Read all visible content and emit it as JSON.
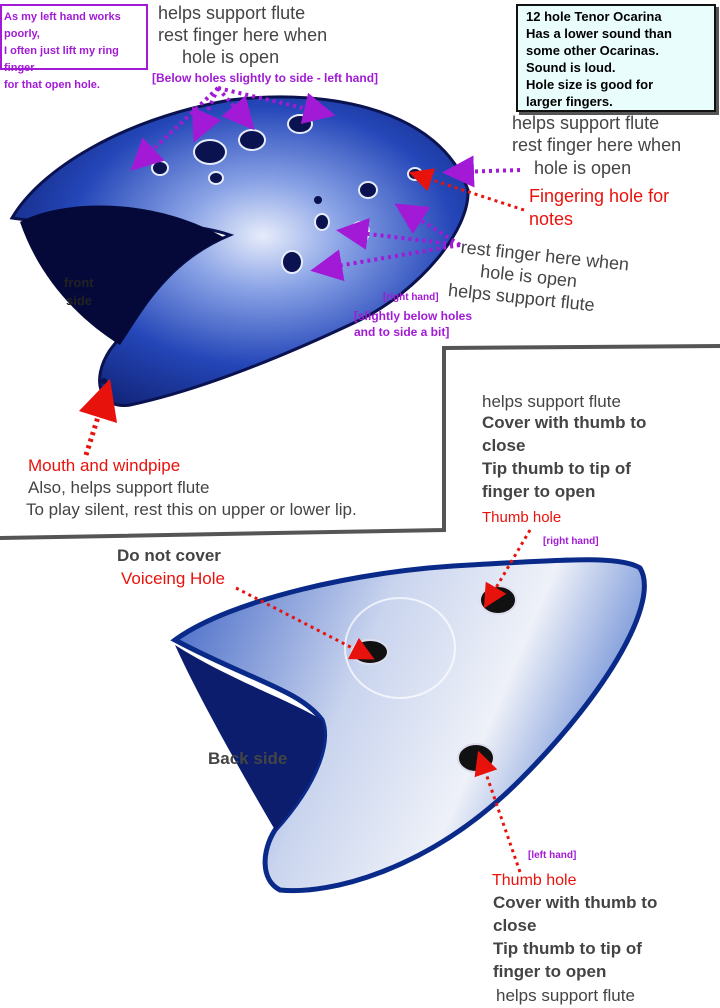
{
  "colors": {
    "arrow_purple": "#a21ad6",
    "arrow_red": "#e8120c",
    "body_blue": "#1c3aa6",
    "text_gray": "#444444"
  },
  "note_box": {
    "lines": [
      "As my left hand works poorly,",
      "I often just lift my ring finger",
      "for that open hole."
    ]
  },
  "info_box": {
    "lines": [
      "12 hole Tenor Ocarina",
      "Has a lower sound than",
      "some other Ocarinas.",
      "Sound is loud.",
      "Hole size is good for",
      "larger fingers."
    ]
  },
  "top_support": {
    "lines": [
      "helps support flute",
      "rest finger here when",
      "hole is open"
    ]
  },
  "left_hand_note": "[Below holes slightly to side - left hand]",
  "right_support": {
    "lines": [
      "helps support flute",
      "rest finger here when",
      "hole is open"
    ]
  },
  "fingering_hole": {
    "lines": [
      "Fingering hole for",
      "notes"
    ]
  },
  "rest_finger": {
    "lines": [
      "rest finger here when",
      "hole is open",
      "helps support flute"
    ]
  },
  "right_hand_tag": "[right hand]",
  "right_hand_note": {
    "lines": [
      "[slightly below holes",
      "and to side a bit]"
    ]
  },
  "front_label": {
    "lines": [
      "front",
      "side"
    ]
  },
  "mouth": {
    "title": "Mouth and windpipe",
    "lines": [
      "Also, helps support flute",
      "To play silent, rest this on upper or lower lip."
    ]
  },
  "thumb_upper": {
    "support": "helps support flute",
    "bold_lines": [
      "Cover with thumb to",
      "close",
      "Tip thumb to tip of",
      "finger to open"
    ],
    "title": "Thumb hole",
    "hand": "[right hand]"
  },
  "voicing": {
    "bold": "Do not cover",
    "red": "Voiceing Hole"
  },
  "back_label": "Back side",
  "thumb_lower": {
    "hand": "[left hand]",
    "title": "Thumb hole",
    "bold_lines": [
      "Cover with thumb to",
      "close",
      "Tip thumb to tip of",
      "finger to open"
    ],
    "support": "helps support flute"
  }
}
